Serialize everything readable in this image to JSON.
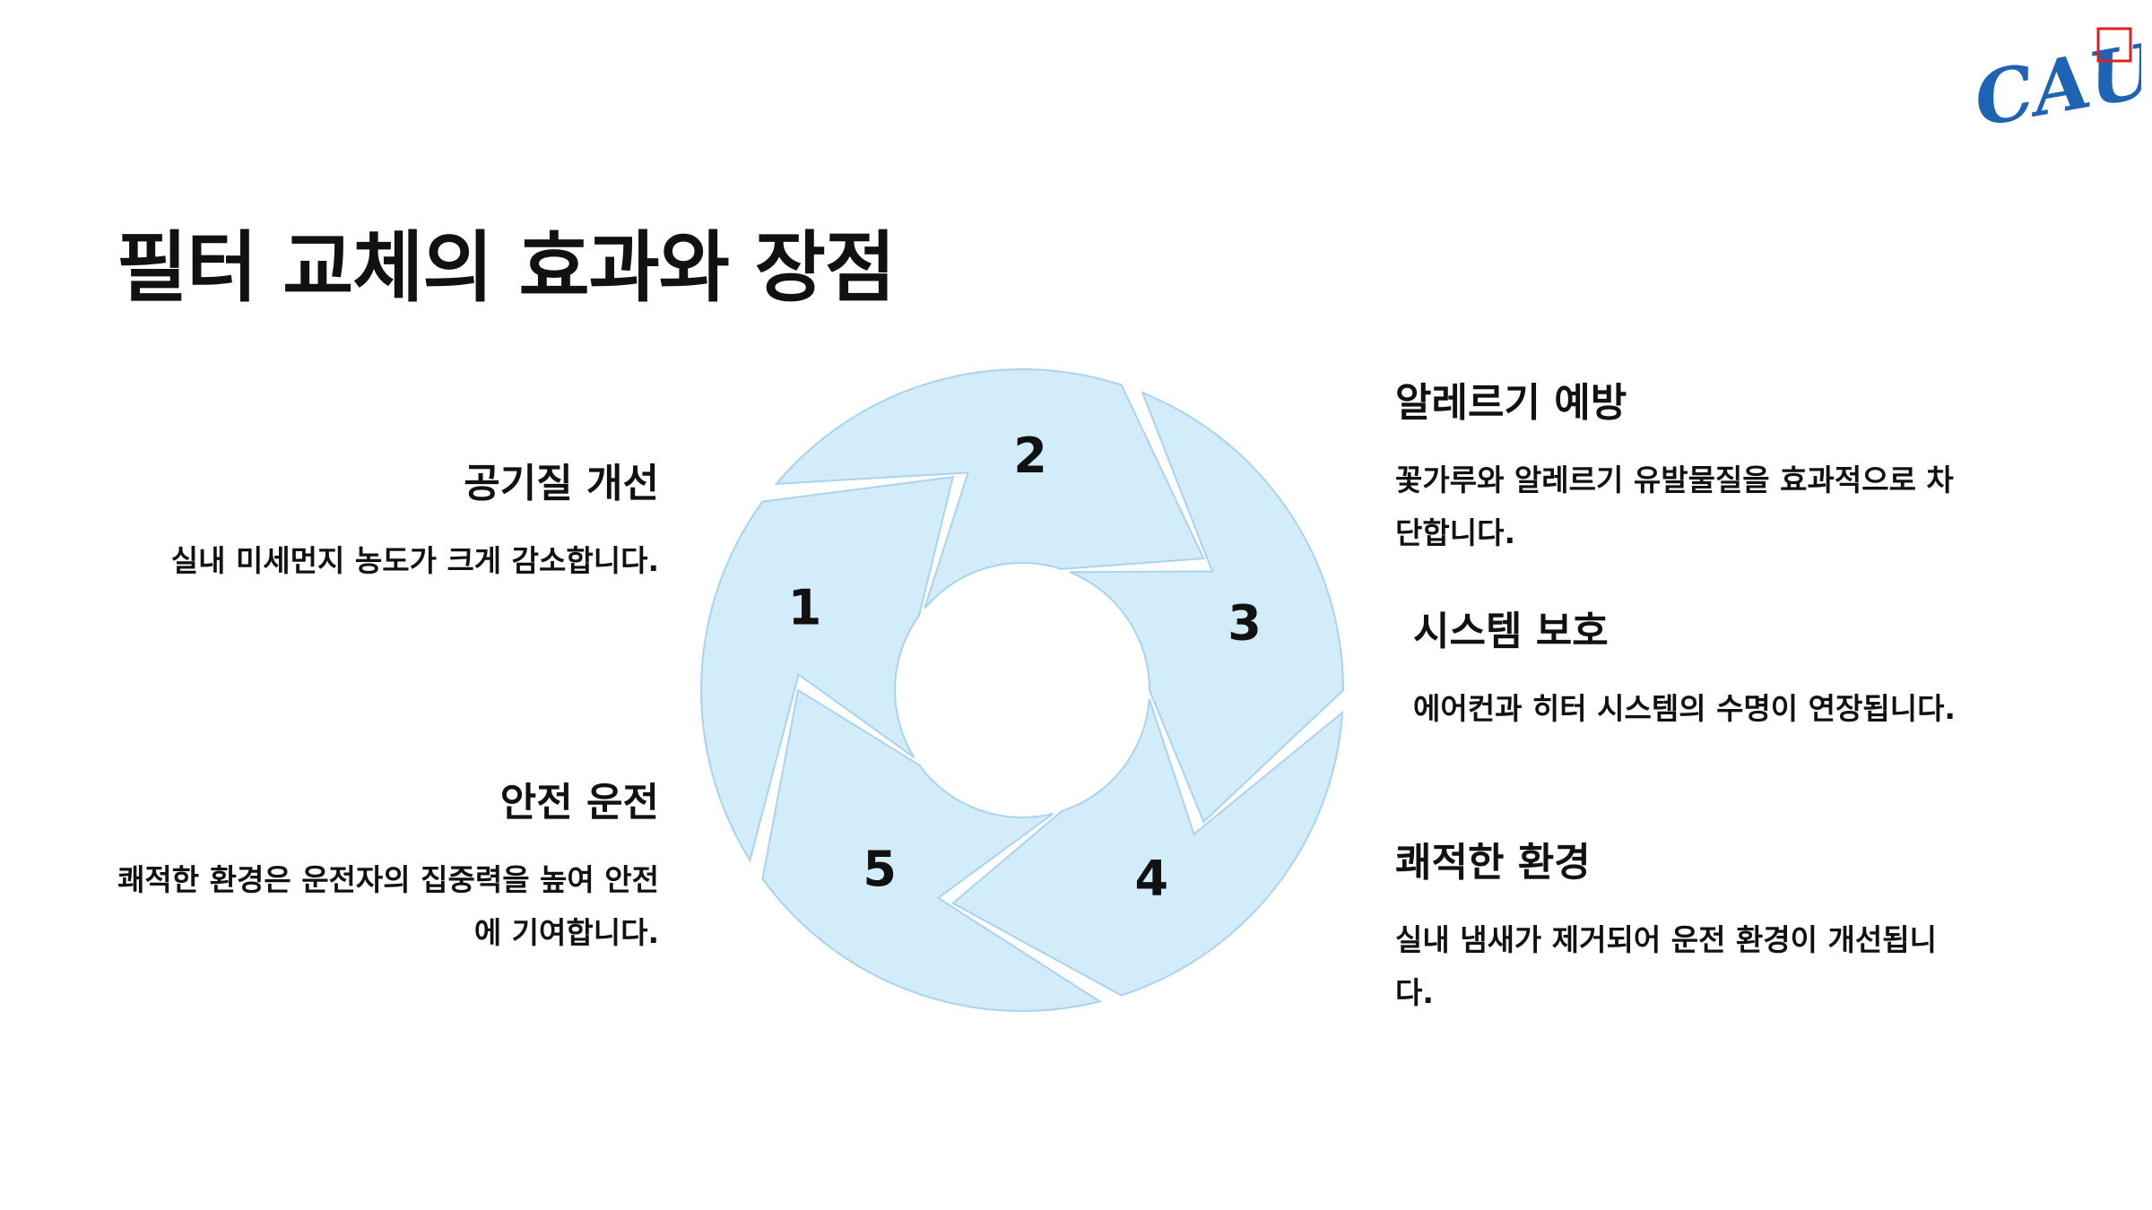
{
  "slide": {
    "title": "필터 교체의 효과와 장점",
    "logo_text": "CAU",
    "brand_color": "#1f63b4"
  },
  "cycle": {
    "segment_fill": "#d2ecfa",
    "segment_stroke": "#a9d3ee",
    "segments": [
      {
        "label": "1"
      },
      {
        "label": "2"
      },
      {
        "label": "3"
      },
      {
        "label": "4"
      },
      {
        "label": "5"
      }
    ]
  },
  "benefits": {
    "air": {
      "heading": "공기질 개선",
      "desc": "실내 미세먼지 농도가 크게 감소합니다."
    },
    "safe": {
      "heading": "안전 운전",
      "desc": "쾌적한 환경은 운전자의 집중력을 높여 안전에 기여합니다."
    },
    "allergy": {
      "heading": "알레르기 예방",
      "desc": "꽃가루와 알레르기 유발물질을 효과적으로 차단합니다."
    },
    "system": {
      "heading": "시스템 보호",
      "desc": "에어컨과 히터 시스템의 수명이 연장됩니다."
    },
    "comfort": {
      "heading": "쾌적한 환경",
      "desc": "실내 냄새가 제거되어 운전 환경이 개선됩니다."
    }
  }
}
